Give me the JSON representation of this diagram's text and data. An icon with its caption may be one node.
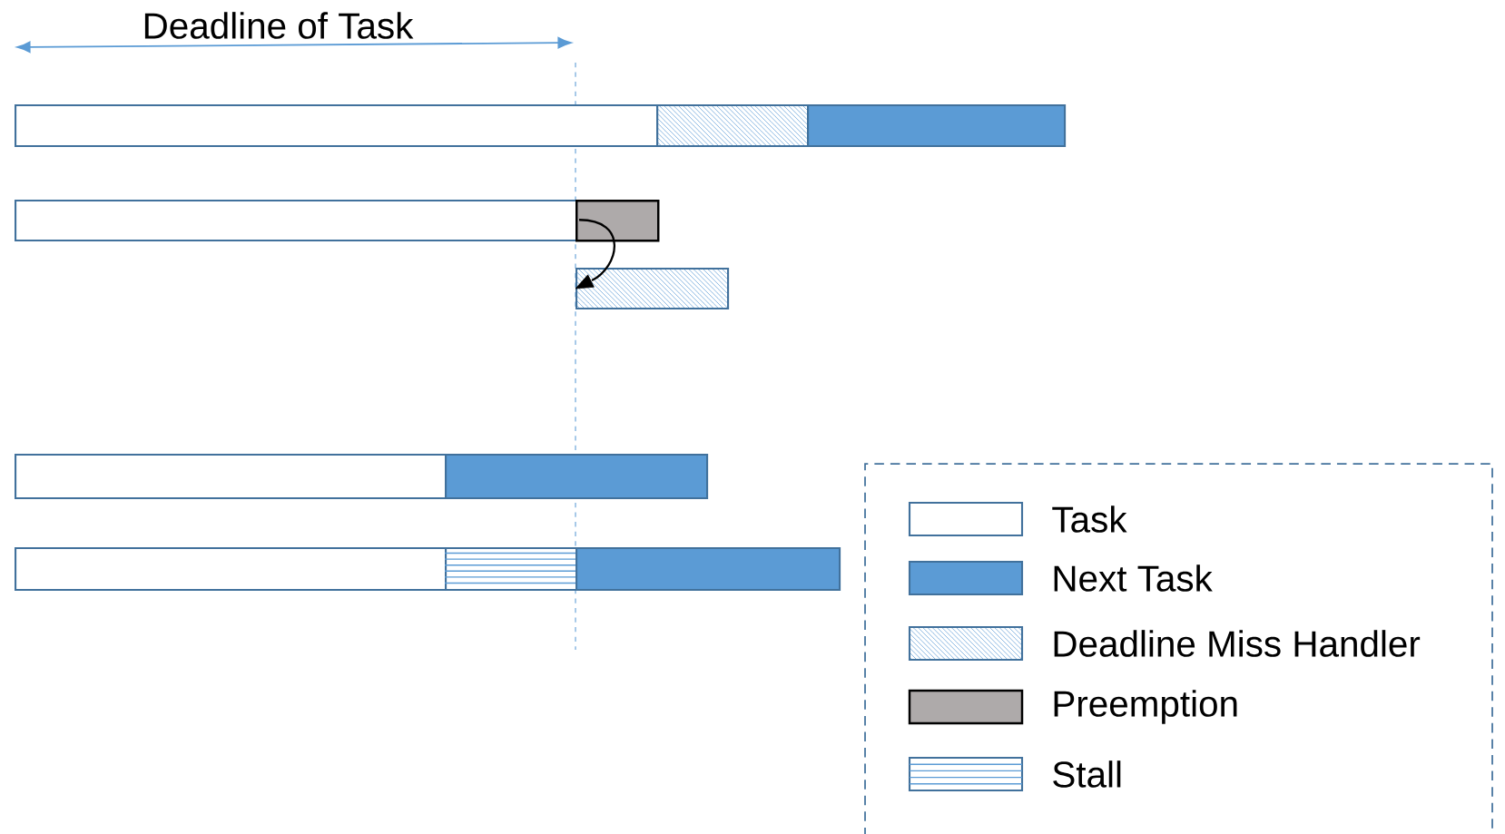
{
  "diagram": {
    "nodes": [
      {
        "text": [],
        "shape": "bar"
      },
      {
        "text": [],
        "shape": "bar"
      },
      {
        "text": [],
        "shape": "bar"
      },
      {
        "text": [],
        "shape": "bar"
      },
      {
        "text": [],
        "shape": "bar"
      },
      {
        "text": [],
        "shape": "bar"
      },
      {
        "text": [],
        "shape": "bar"
      },
      {
        "text": [],
        "shape": "bar"
      },
      {
        "text": [],
        "shape": "bar"
      },
      {
        "text": [],
        "shape": "bar"
      },
      {
        "text": [],
        "shape": "bar"
      }
    ],
    "edges": [
      {
        "from": 4,
        "to": 5,
        "arrow": "to"
      }
    ],
    "labels": [
      "Deadline of Task"
    ],
    "legend": [
      {
        "text": "Task"
      },
      {
        "text": "Next Task",
        "color": "#5b9bd5"
      },
      {
        "text": "Deadline Miss Handler"
      },
      {
        "text": "Preemption",
        "color": "#aeaaaa"
      },
      {
        "text": "Stall"
      }
    ]
  }
}
